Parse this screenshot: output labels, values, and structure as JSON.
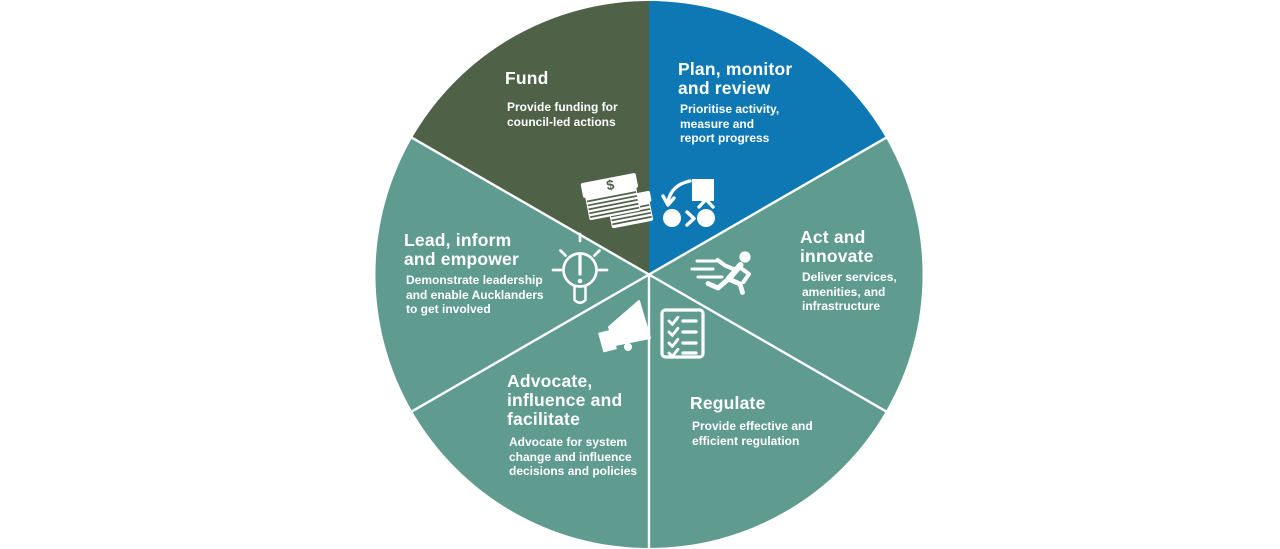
{
  "background_color": "#ffffff",
  "wheel": {
    "divider_color": "#ffffff",
    "icon_color": "#ffffff",
    "text_color": "#ffffff",
    "money_symbol": "$",
    "segments": [
      {
        "name": "plan-monitor-review",
        "label": "Plan, monitor and review",
        "title_lines": [
          "Plan, monitor",
          "and review"
        ],
        "desc_lines": [
          "Prioritise activity,",
          "measure and",
          "report progress"
        ],
        "color": "#0e78b4",
        "icon": "flowchart-icon"
      },
      {
        "name": "act-innovate",
        "label": "Act and innovate",
        "title_lines": [
          "Act and",
          "innovate"
        ],
        "desc_lines": [
          "Deliver services,",
          "amenities, and",
          "infrastructure"
        ],
        "color": "#5f9b8f",
        "icon": "runner-icon"
      },
      {
        "name": "regulate",
        "label": "Regulate",
        "title_lines": [
          "Regulate"
        ],
        "desc_lines": [
          "Provide effective and",
          "efficient regulation"
        ],
        "color": "#5f9b8f",
        "icon": "checklist-icon"
      },
      {
        "name": "advocate-influence-facilitate",
        "label": "Advocate, influence and facilitate",
        "title_lines": [
          "Advocate,",
          "influence and",
          "facilitate"
        ],
        "desc_lines": [
          "Advocate for system",
          "change and influence",
          "decisions and policies"
        ],
        "color": "#5f9b8f",
        "icon": "megaphone-icon"
      },
      {
        "name": "lead-inform-empower",
        "label": "Lead, inform and empower",
        "title_lines": [
          "Lead, inform",
          "and empower"
        ],
        "desc_lines": [
          "Demonstrate leadership",
          "and enable Aucklanders",
          "to get involved"
        ],
        "color": "#5f9b8f",
        "icon": "lightbulb-icon"
      },
      {
        "name": "fund",
        "label": "Fund",
        "title_lines": [
          "Fund"
        ],
        "desc_lines": [
          "Provide funding for",
          "council-led actions"
        ],
        "color": "#4f6147",
        "icon": "money-stack-icon"
      }
    ]
  }
}
